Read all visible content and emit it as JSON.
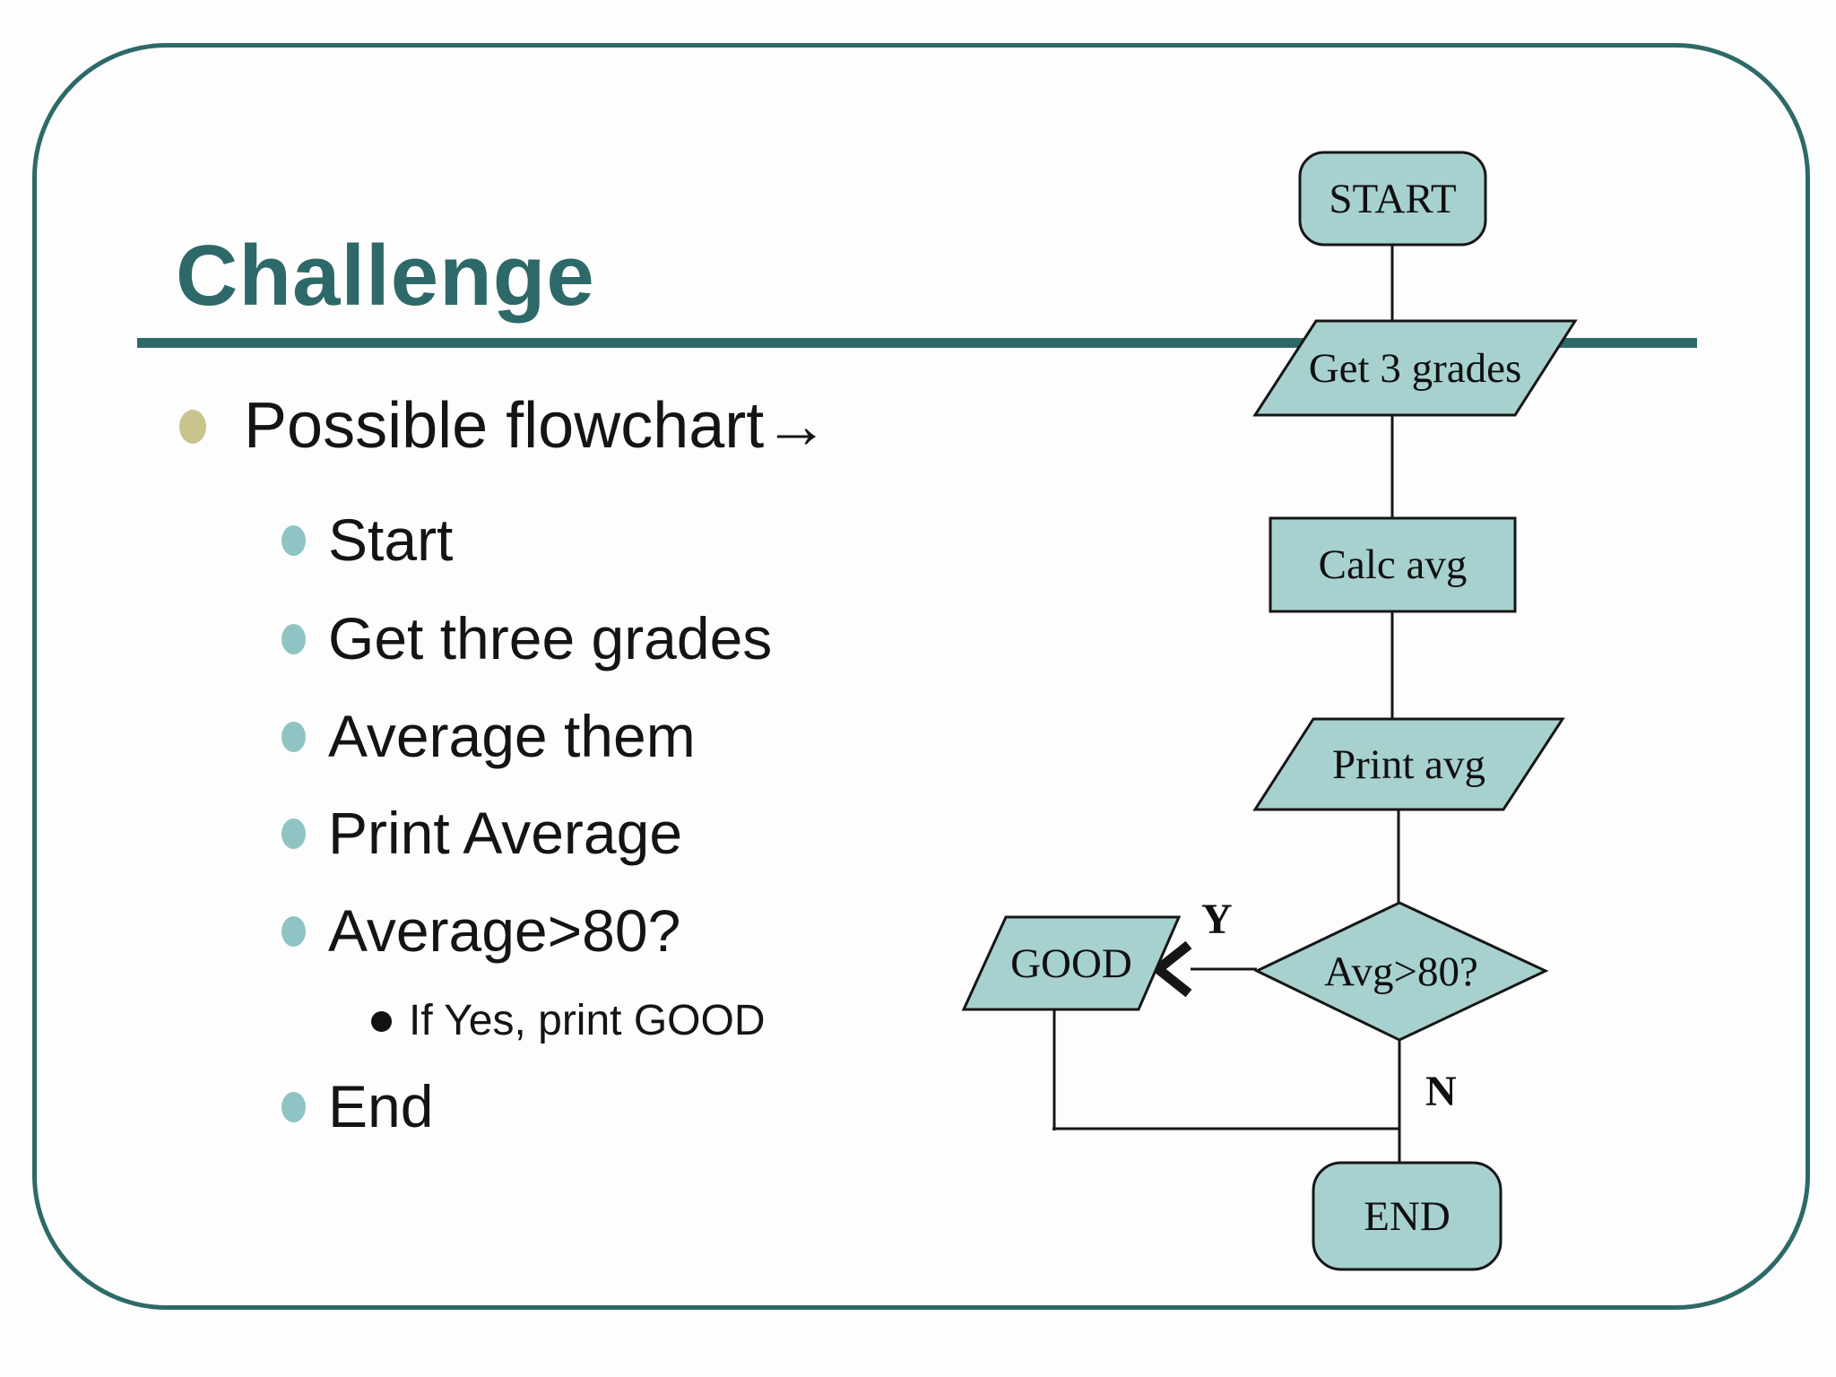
{
  "slide": {
    "title": "Challenge",
    "list": {
      "items": [
        {
          "level": 1,
          "text": "Possible flowchart→"
        },
        {
          "level": 2,
          "text": "Start"
        },
        {
          "level": 2,
          "text": "Get three grades"
        },
        {
          "level": 2,
          "text": "Average them"
        },
        {
          "level": 2,
          "text": "Print Average"
        },
        {
          "level": 2,
          "text": "Average>80?"
        },
        {
          "level": 3,
          "text": "If Yes, print GOOD"
        },
        {
          "level": 2,
          "text": "End"
        }
      ]
    },
    "flowchart": {
      "nodes": {
        "start": "START",
        "get_grades": "Get 3 grades",
        "calc_avg": "Calc avg",
        "print_avg": "Print avg",
        "decision": "Avg>80?",
        "good": "GOOD",
        "end": "END"
      },
      "branch_labels": {
        "yes": "Y",
        "no": "N"
      }
    },
    "colors": {
      "accent_teal": "#2e6969",
      "shape_fill": "#a7d1cf",
      "shape_stroke": "#161616",
      "bullet_level1": "#c9c48e",
      "bullet_level2": "#8fc4c4",
      "bullet_level3": "#111111",
      "text": "#141414"
    }
  }
}
